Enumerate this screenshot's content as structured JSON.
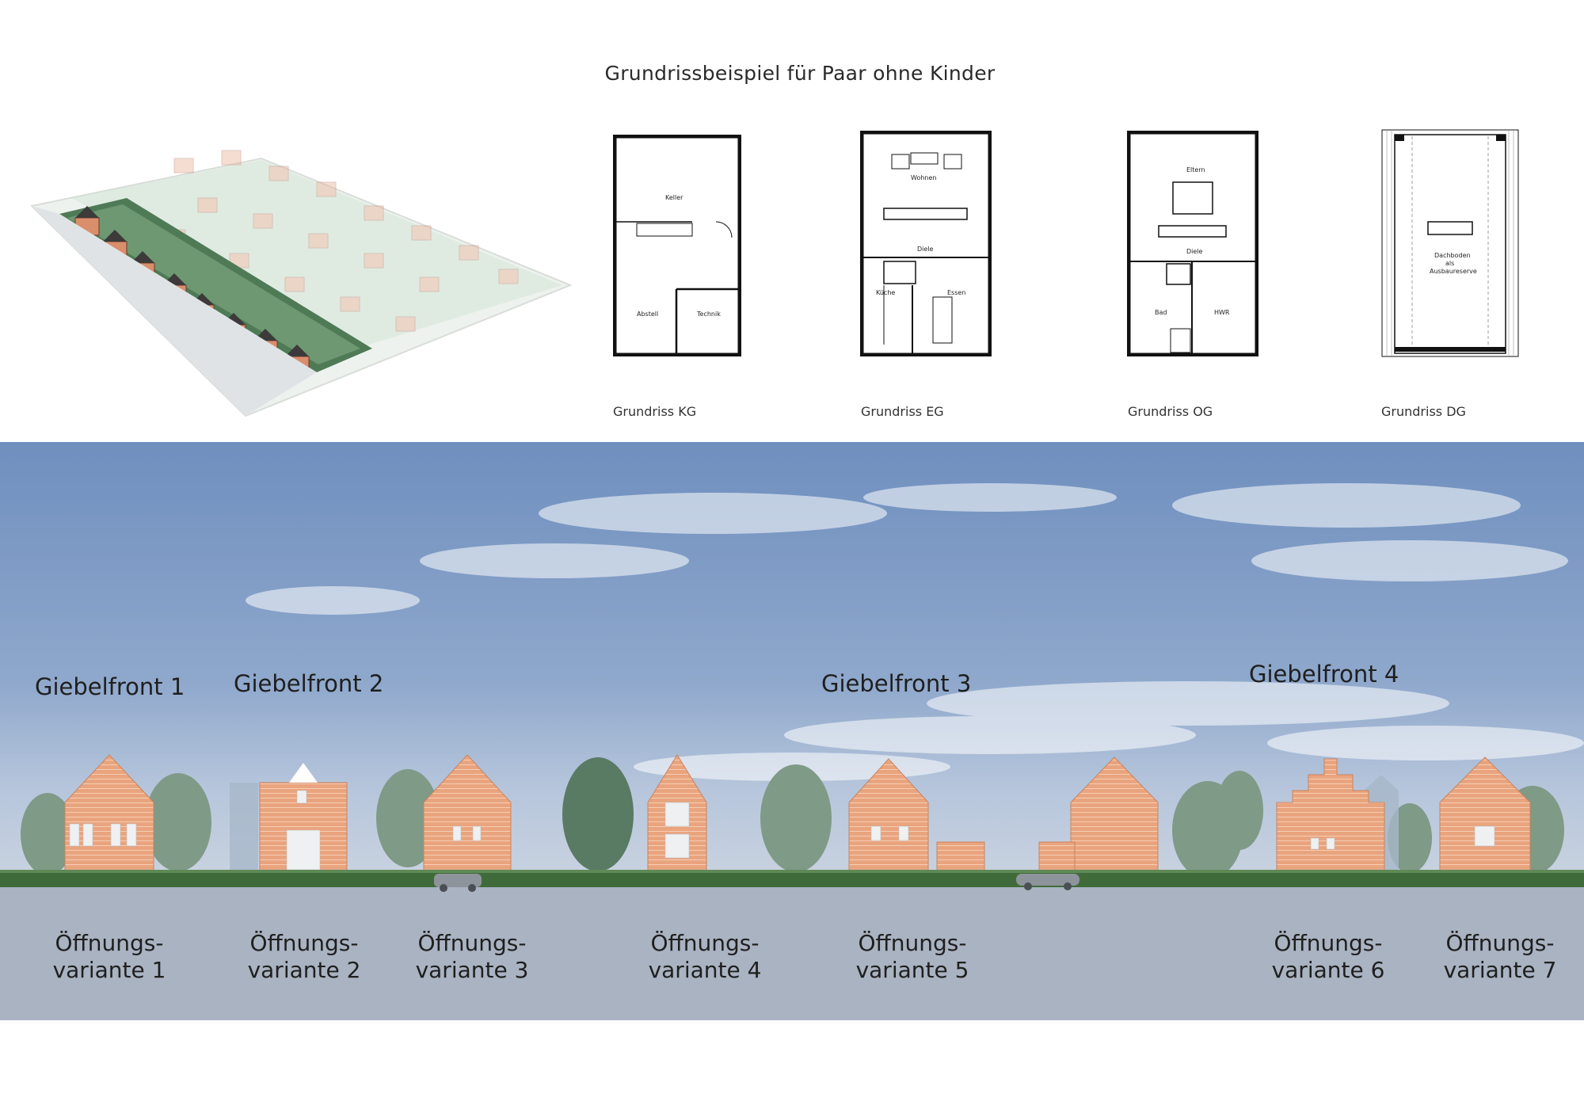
{
  "title": "Grundrissbeispiel für Paar ohne Kinder",
  "plans": [
    {
      "caption": "Grundriss KG",
      "rooms": [
        "Keller",
        "Abstell",
        "Technik"
      ]
    },
    {
      "caption": "Grundriss EG",
      "rooms": [
        "Wohnen",
        "Diele",
        "Küche",
        "Essen"
      ]
    },
    {
      "caption": "Grundriss OG",
      "rooms": [
        "Eltern",
        "Diele",
        "Bad",
        "HWR"
      ]
    },
    {
      "caption": "Grundriss DG",
      "rooms": [
        "Dachboden",
        "als",
        "Ausbaureserve"
      ]
    }
  ],
  "giebelfronts": [
    "Giebelfront 1",
    "Giebelfront 2",
    "Giebelfront 3",
    "Giebelfront 4"
  ],
  "variants": [
    {
      "line1": "Öffnungs-",
      "line2": "variante 1"
    },
    {
      "line1": "Öffnungs-",
      "line2": "variante 2"
    },
    {
      "line1": "Öffnungs-",
      "line2": "variante 3"
    },
    {
      "line1": "Öffnungs-",
      "line2": "variante 4"
    },
    {
      "line1": "Öffnungs-",
      "line2": "variante 5"
    },
    {
      "line1": "Öffnungs-",
      "line2": "variante 6"
    },
    {
      "line1": "Öffnungs-",
      "line2": "variante 7"
    }
  ],
  "colors": {
    "sky_top": "#6f8fbe",
    "sky_bottom": "#b7c6dc",
    "brick": "#e8a07a",
    "hedge": "#3f6b3a",
    "street": "#a9b3c2",
    "tree": "#6f8f75"
  }
}
